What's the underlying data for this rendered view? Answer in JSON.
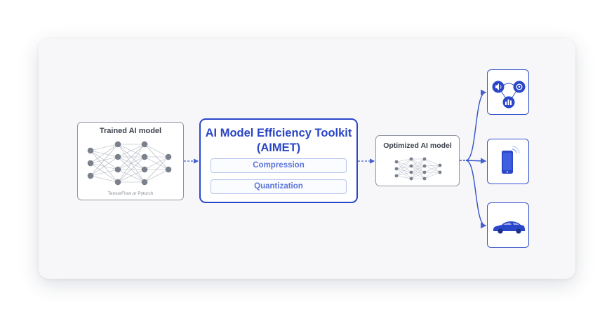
{
  "trained_model": {
    "title": "Trained AI model",
    "subtitle": "TensorFlow or Pytorch"
  },
  "aimet": {
    "title_line1": "AI Model Efficiency Toolkit",
    "title_line2": "(AIMET)",
    "compression_label": "Compression",
    "quantization_label": "Quantization"
  },
  "optimized_model": {
    "title": "Optimized AI model"
  },
  "devices": [
    {
      "name": "iot",
      "icons": [
        "speaker-icon",
        "camera-icon",
        "chart-icon"
      ]
    },
    {
      "name": "phone",
      "icons": [
        "smartphone-icon"
      ]
    },
    {
      "name": "car",
      "icons": [
        "car-icon"
      ]
    }
  ],
  "colors": {
    "accent": "#2b47c9",
    "accent_light": "#5b75d8",
    "node": "#7a808c",
    "border": "#8f96a3"
  }
}
